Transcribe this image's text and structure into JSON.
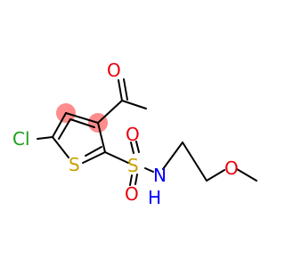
{
  "molecule": {
    "atoms": {
      "chlorine": "Cl",
      "ring_sulfur": "S",
      "sulfonyl_sulfur": "S",
      "sulfonyl_oxygen_top": "O",
      "sulfonyl_oxygen_bottom": "O",
      "amide_nitrogen": "N",
      "amide_hydrogen": "H",
      "ether_oxygen": "O",
      "carbonyl_oxygen": "O"
    },
    "colors": {
      "chlorine": "#1a9e1a",
      "sulfur": "#c8a000",
      "oxygen": "#e8000b",
      "nitrogen": "#0000ff",
      "bond": "#000000",
      "highlight": "#ff8c8c"
    }
  }
}
